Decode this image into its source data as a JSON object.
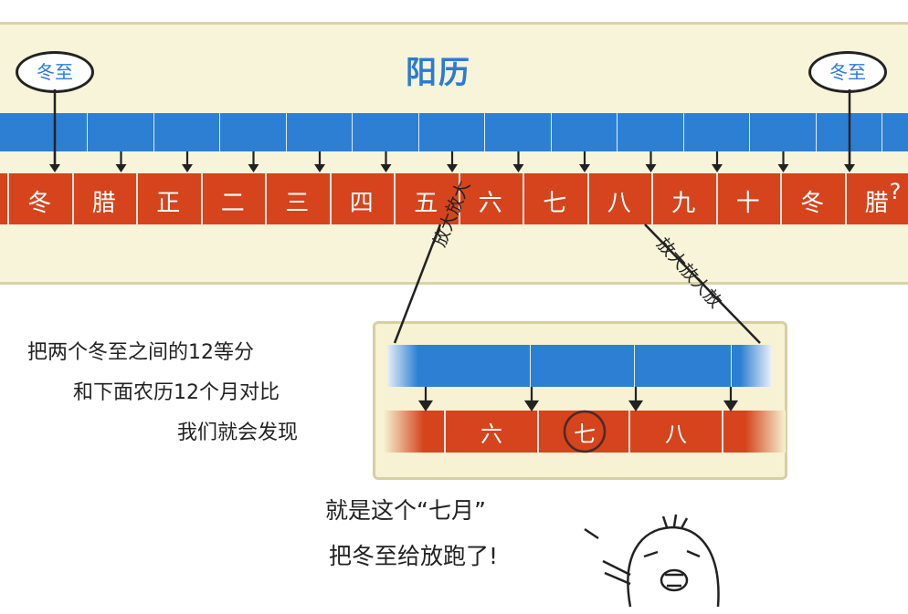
{
  "title": "阳历",
  "solstice_label": "冬至",
  "lunar_months": [
    "冬",
    "腊",
    "正",
    "二",
    "三",
    "四",
    "五",
    "六",
    "七",
    "八",
    "九",
    "十",
    "冬",
    "腊"
  ],
  "question_mark": "?",
  "zoom_label_left": "放大放大",
  "zoom_label_right": "放大放大放",
  "zoom_months": [
    "六",
    "七",
    "八"
  ],
  "note_lines": [
    "把两个冬至之间的12等分",
    "和下面农历12个月对比",
    "我们就会发现"
  ],
  "speech_lines": [
    "就是这个“七月”",
    "把冬至给放跑了!"
  ],
  "colors": {
    "solar_bar": "#2d7fd4",
    "lunar_bar": "#d5441c",
    "panel_bg": "#f8f4d9",
    "title": "#2a7bd6"
  }
}
